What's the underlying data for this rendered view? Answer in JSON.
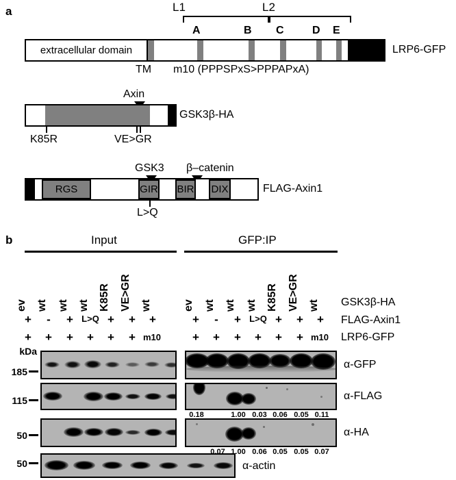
{
  "figure": {
    "panel_a_letter": "a",
    "panel_b_letter": "b"
  },
  "panel_a": {
    "lrp6": {
      "name": "LRP6-GFP",
      "extracellular_label": "extracellular domain",
      "tm_label": "TM",
      "mutation_label": "m10 (PPPSPxS>PPPAPxA)",
      "brackets": [
        {
          "label": "L1"
        },
        {
          "label": "L2"
        }
      ],
      "motifs": [
        "A",
        "B",
        "C",
        "D",
        "E"
      ]
    },
    "gsk3b": {
      "name": "GSK3β-HA",
      "arrow_label": "Axin",
      "mut_left": "K85R",
      "mut_right": "VE>GR"
    },
    "axin1": {
      "name": "FLAG-Axin1",
      "arrow_left_label": "GSK3",
      "arrow_right_label": "β–catenin",
      "below_label": "L>Q",
      "domains": [
        "RGS",
        "GIR",
        "BIR",
        "DIX"
      ]
    }
  },
  "panel_b": {
    "group_headers": [
      "Input",
      "GFP:IP"
    ],
    "row_labels": [
      "GSK3β-HA",
      "FLAG-Axin1",
      "LRP6-GFP"
    ],
    "kda_header": "kDa",
    "markers": [
      "185",
      "115",
      "50",
      "50"
    ],
    "antibodies": [
      "α-GFP",
      "α-FLAG",
      "α-HA",
      "α-actin"
    ],
    "input_lanes": {
      "gsk3b": [
        "ev",
        "wt",
        "wt",
        "wt",
        "K85R",
        "VE>GR",
        "wt"
      ],
      "axin1": [
        "+",
        "-",
        "+",
        "L>Q",
        "+",
        "+",
        "+"
      ],
      "lrp6": [
        "+",
        "+",
        "+",
        "+",
        "+",
        "+",
        "m10"
      ]
    },
    "ip_lanes": {
      "gsk3b": [
        "ev",
        "wt",
        "wt",
        "wt",
        "K85R",
        "VE>GR",
        "wt"
      ],
      "axin1": [
        "+",
        "-",
        "+",
        "L>Q",
        "+",
        "+",
        "+"
      ],
      "lrp6": [
        "+",
        "+",
        "+",
        "+",
        "+",
        "+",
        "m10"
      ]
    },
    "quantification": {
      "flag_ip": [
        "0.18",
        "",
        "1.00",
        "0.03",
        "0.06",
        "0.05",
        "0.11"
      ],
      "ha_ip": [
        "",
        "0.07",
        "1.00",
        "0.06",
        "0.05",
        "0.05",
        "0.07"
      ]
    }
  },
  "chart_data": {
    "type": "table",
    "title": "Co-immunoprecipitation of GSK3β and Axin1 with LRP6-GFP",
    "blot_rows": [
      {
        "antibody": "α-GFP",
        "marker": "185",
        "input_intensity": [
          0.62,
          0.72,
          0.8,
          0.55,
          0.25,
          0.4,
          0.38
        ],
        "ip_intensity": [
          1.0,
          1.0,
          1.0,
          1.0,
          0.95,
          1.0,
          1.0
        ]
      },
      {
        "antibody": "α-FLAG",
        "marker": "115",
        "input_intensity": [
          0.95,
          0.0,
          0.95,
          0.85,
          0.42,
          0.6,
          0.38
        ],
        "ip_intensity": [
          0.35,
          0.0,
          1.0,
          0.03,
          0.06,
          0.05,
          0.11
        ]
      },
      {
        "antibody": "α-HA",
        "marker": "50",
        "input_intensity": [
          0.0,
          0.95,
          0.88,
          0.8,
          0.35,
          0.62,
          0.5
        ],
        "ip_intensity": [
          0.0,
          0.07,
          1.0,
          0.06,
          0.05,
          0.05,
          0.07
        ]
      },
      {
        "antibody": "α-actin",
        "marker": "50",
        "input_intensity": [
          1.0,
          0.8,
          0.72,
          0.7,
          0.58,
          0.45,
          0.5
        ],
        "ip_intensity": []
      }
    ]
  }
}
